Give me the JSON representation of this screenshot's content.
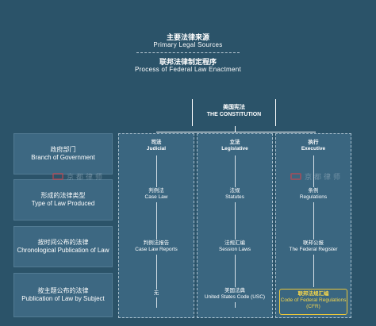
{
  "header": {
    "primary_zh": "主要法律来源",
    "primary_en": "Primary Legal Sources",
    "process_zh": "联邦法律制定程序",
    "process_en": "Process of Federal Law Enactment"
  },
  "constitution": {
    "zh": "美国宪法",
    "en": "THE CONSTITUTION"
  },
  "rows": [
    {
      "zh": "政府部门",
      "en": "Branch of Government"
    },
    {
      "zh": "形成的法律类型",
      "en": "Type of Law Produced"
    },
    {
      "zh": "按时间公布的法律",
      "en": "Chronological Publication of Law"
    },
    {
      "zh": "按主题公布的法律",
      "en": "Publication of Law by Subject"
    }
  ],
  "columns": [
    {
      "head_zh": "司法",
      "head_en": "Judicial",
      "items": [
        {
          "zh": "判例法",
          "en": "Case Law"
        },
        {
          "zh": "判例法报告",
          "en": "Case Law Reports"
        },
        {
          "zh": "无",
          "en": ""
        }
      ]
    },
    {
      "head_zh": "立法",
      "head_en": "Legislative",
      "items": [
        {
          "zh": "法规",
          "en": "Statutes"
        },
        {
          "zh": "法规汇编",
          "en": "Session Laws"
        },
        {
          "zh": "美国法典",
          "en": "United States Code (USC)"
        }
      ]
    },
    {
      "head_zh": "执行",
      "head_en": "Executive",
      "items": [
        {
          "zh": "条例",
          "en": "Regulations"
        },
        {
          "zh": "联邦公报",
          "en": "The Federal Register"
        },
        {
          "zh": "联邦法规汇编",
          "en": "Code of Federal Regulations (CFR)"
        }
      ]
    }
  ],
  "watermark": {
    "text": "京都律师"
  },
  "colors": {
    "background": "#2b5369",
    "cell": "#3d6882",
    "column": "#3a6680",
    "highlight": "#e8c53a",
    "watermark_red": "#d2434b"
  }
}
